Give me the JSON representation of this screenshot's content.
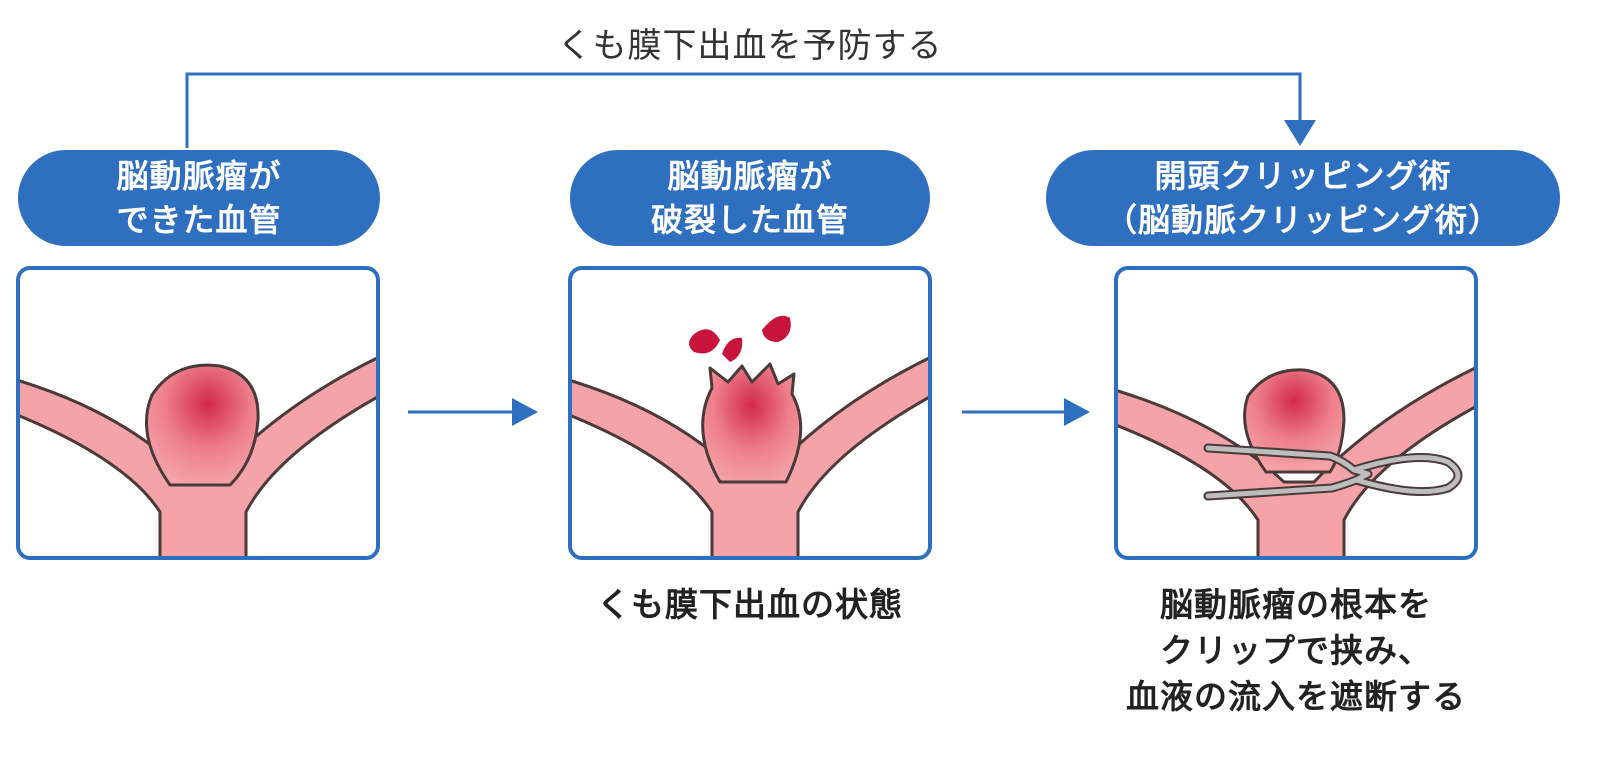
{
  "header": {
    "prevent_label": "くも膜下出血を予防する"
  },
  "stages": [
    {
      "title_line1": "脳動脈瘤が",
      "title_line2": "できた血管",
      "caption": []
    },
    {
      "title_line1": "脳動脈瘤が",
      "title_line2": "破裂した血管",
      "caption": [
        "くも膜下出血の状態"
      ]
    },
    {
      "title_line1": "開頭クリッピング術",
      "title_line2": "（脳動脈クリッピング術）",
      "caption": [
        "脳動脈瘤の根本を",
        "クリップで挟み、",
        "血液の流入を遮断する"
      ]
    }
  ],
  "colors": {
    "accent_blue": "#2f6fbf",
    "vessel_pink": "#f4a3a8",
    "aneurysm_red": "#d12a4a",
    "outline": "#4a3a3a",
    "clip_gray": "#9e9e9e",
    "blood_red": "#c8143c"
  }
}
